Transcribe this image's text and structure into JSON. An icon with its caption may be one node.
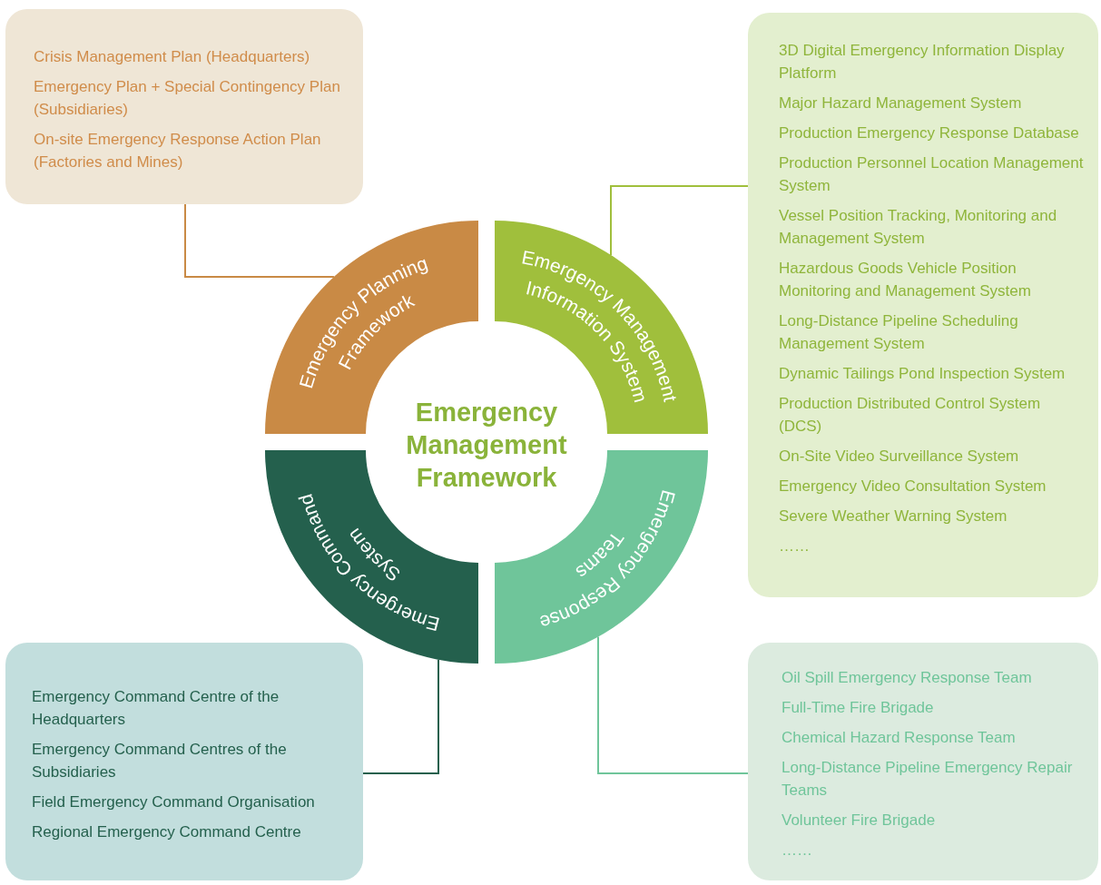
{
  "diagram": {
    "title": "Emergency Management Framework",
    "nodes": [
      {
        "text": [
          "Crisis Management Plan (Headquarters)",
          "Emergency Plan + Special Contingency Plan (Subsidiaries)",
          "On-site Emergency Response Action Plan (Factories and Mines)"
        ]
      },
      {
        "text": [
          "3D Digital Emergency Information Display Platform",
          "Major Hazard Management System",
          "Production Emergency Response Database",
          "Production Personnel Location Management System",
          "Vessel Position Tracking, Monitoring and Management System",
          "Hazardous Goods Vehicle Position Monitoring and Management System",
          "Long-Distance Pipeline Scheduling Management System",
          "Dynamic Tailings Pond Inspection System",
          "Production Distributed Control System (DCS)",
          "On-Site Video Surveillance System",
          "Emergency Video Consultation System",
          "Severe Weather Warning System",
          "……"
        ]
      },
      {
        "text": [
          "Emergency Planning Framework"
        ]
      },
      {
        "text": [
          "Emergency Management Information System"
        ]
      },
      {
        "text": [
          "Emergency Command System"
        ]
      },
      {
        "text": [
          "Emergency Response Teams"
        ]
      },
      {
        "text": [
          "Emergency Command Centre of the Headquarters",
          "Emergency Command Centres of the Subsidiaries",
          "Field Emergency Command Organisation",
          "Regional Emergency Command Centre"
        ]
      },
      {
        "text": [
          "Oil Spill Emergency Response Team",
          "Full-Time Fire Brigade",
          "Chemical Hazard Response Team",
          "Long-Distance Pipeline Emergency Repair Teams",
          "Volunteer Fire Brigade",
          "……"
        ]
      }
    ],
    "edges": [
      {
        "from": 2,
        "to": 0,
        "arrow": "none",
        "color": "#c98a45"
      },
      {
        "from": 3,
        "to": 1,
        "arrow": "none",
        "color": "#a0bf3c"
      },
      {
        "from": 4,
        "to": 6,
        "arrow": "none",
        "color": "#24604d"
      },
      {
        "from": 5,
        "to": 7,
        "arrow": "none",
        "color": "#6fc59a"
      }
    ]
  }
}
